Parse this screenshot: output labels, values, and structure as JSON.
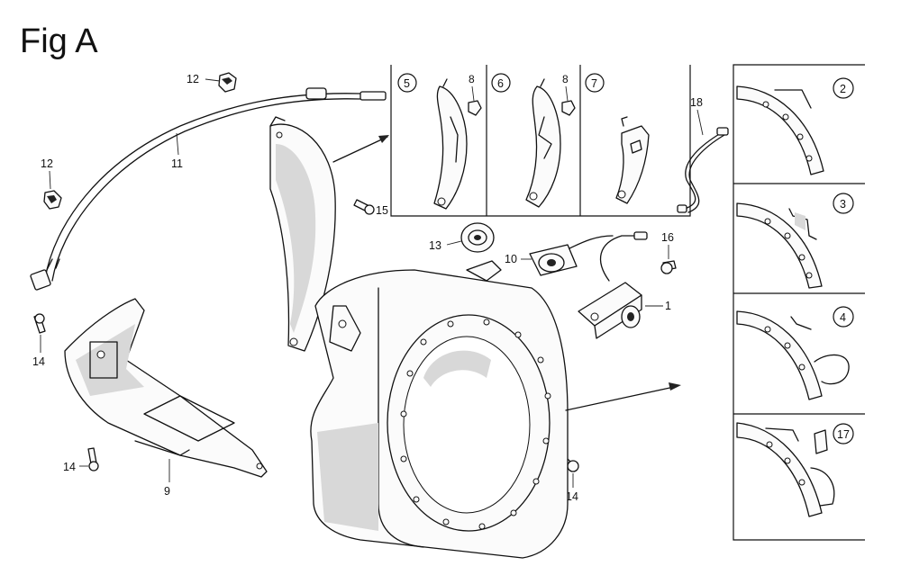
{
  "figure": {
    "title": "Fig A"
  },
  "callouts": {
    "c1": "1",
    "c9": "9",
    "c10": "10",
    "c11": "11",
    "c12a": "12",
    "c12b": "12",
    "c13": "13",
    "c14a": "14",
    "c14b": "14",
    "c14c": "14",
    "c15": "15",
    "c16": "16",
    "c18": "18"
  },
  "inset_top": {
    "p5": {
      "circle": "5",
      "ref": "8"
    },
    "p6": {
      "circle": "6",
      "ref": "8"
    },
    "p7": {
      "circle": "7"
    }
  },
  "inset_right": {
    "p2": "2",
    "p3": "3",
    "p4": "4",
    "p17": "17"
  }
}
